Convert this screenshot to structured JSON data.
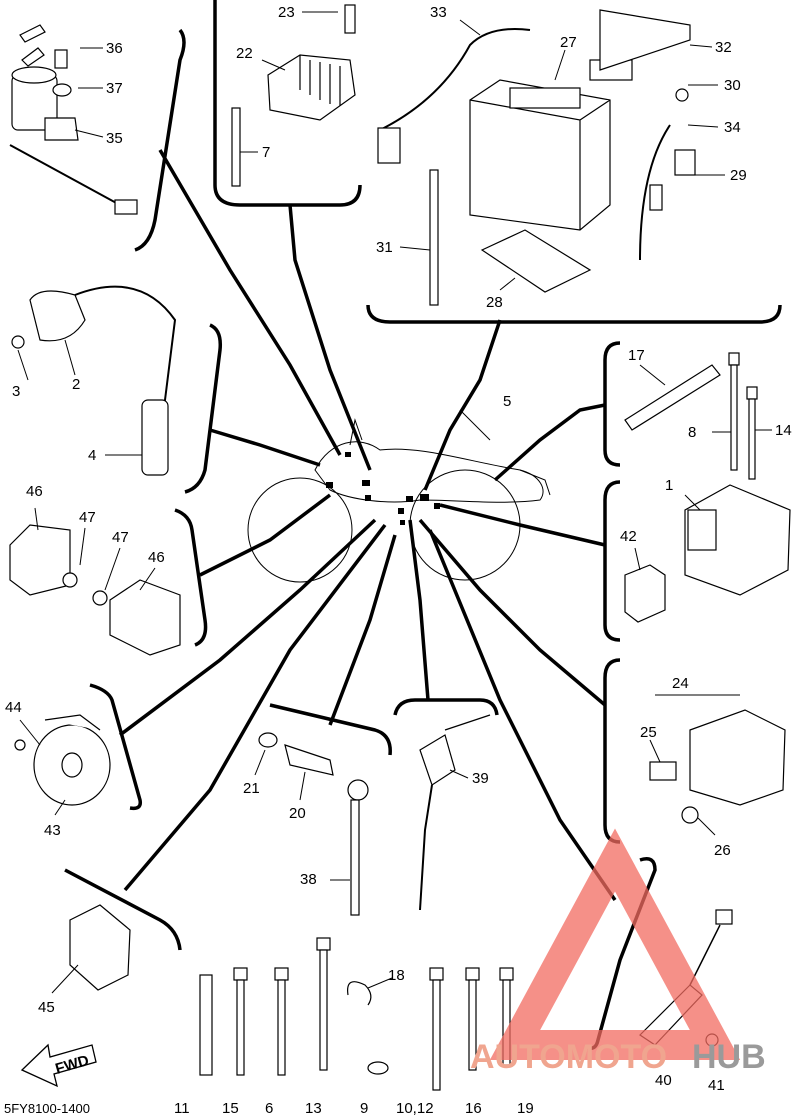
{
  "diagram_code": "5FY8100-1400",
  "direction_label": "FWD",
  "watermark": {
    "prefix": "AUTOMOTO",
    "suffix": "HUB",
    "prefix_color": "#f0a58f",
    "suffix_color": "#9a9a9a",
    "logo_color": "#f26b60"
  },
  "labels": {
    "l1": "1",
    "l2": "2",
    "l3": "3",
    "l4": "4",
    "l5": "5",
    "l6": "6",
    "l7": "7",
    "l8": "8",
    "l9": "9",
    "l1012": "10,12",
    "l11": "11",
    "l13": "13",
    "l14": "14",
    "l15": "15",
    "l16": "16",
    "l17": "17",
    "l18": "18",
    "l19": "19",
    "l20": "20",
    "l21": "21",
    "l22": "22",
    "l23": "23",
    "l24": "24",
    "l25": "25",
    "l26": "26",
    "l27": "27",
    "l28": "28",
    "l29": "29",
    "l30": "30",
    "l31": "31",
    "l32": "32",
    "l33": "33",
    "l34": "34",
    "l35": "35",
    "l36": "36",
    "l37": "37",
    "l38": "38",
    "l39": "39",
    "l40": "40",
    "l41": "41",
    "l42": "42",
    "l43": "43",
    "l44": "44",
    "l45": "45",
    "l46a": "46",
    "l46b": "46",
    "l47a": "47",
    "l47b": "47"
  }
}
